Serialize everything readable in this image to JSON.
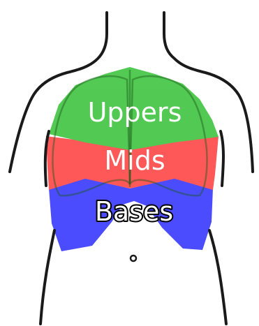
{
  "regions": [
    {
      "name": "upper",
      "label": "Uppers",
      "color": "#22bb22",
      "text_color": "#ffffff",
      "outline": "none"
    },
    {
      "name": "middle",
      "label": "Mids",
      "color": "#ff2a2a",
      "text_color": "#ffffff",
      "outline": "none"
    },
    {
      "name": "lower",
      "label": "Bases",
      "color": "#1a1aff",
      "text_color": "#ffffff",
      "outline": "#000000"
    }
  ],
  "outline_color": "#1a1a1a"
}
